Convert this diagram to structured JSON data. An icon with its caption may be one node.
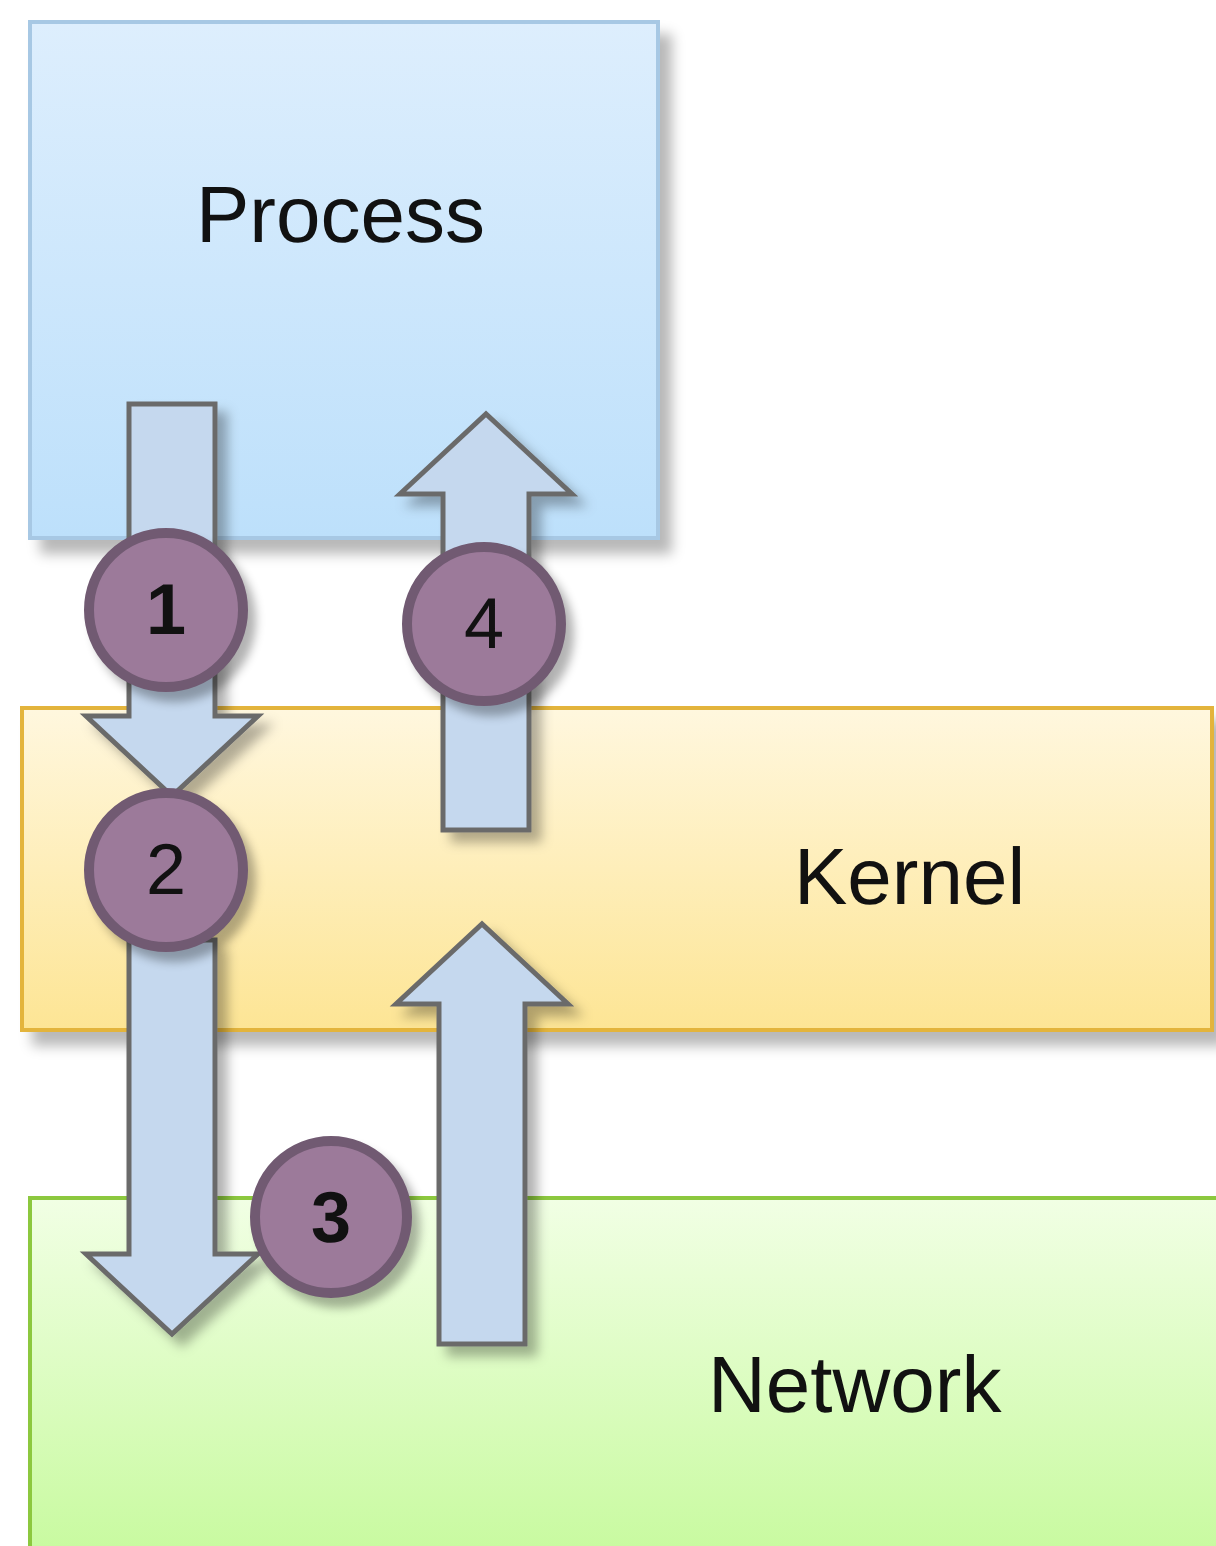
{
  "diagram": {
    "nodes": [
      {
        "text": [
          "Process"
        ]
      },
      {
        "text": [
          "1"
        ]
      },
      {
        "text": [
          "4"
        ]
      },
      {
        "text": [
          "Kernel"
        ]
      },
      {
        "text": [
          "2"
        ],
        "in": 3
      },
      {
        "text": [
          "3"
        ]
      },
      {
        "text": [
          "Network"
        ]
      }
    ],
    "edges": [
      {
        "from": 0,
        "to": 3,
        "arrow": "to"
      },
      {
        "from": 3,
        "to": 0,
        "arrow": "to"
      },
      {
        "from": 3,
        "to": 6,
        "arrow": "to"
      },
      {
        "from": 6,
        "to": 3,
        "arrow": "to"
      }
    ]
  }
}
